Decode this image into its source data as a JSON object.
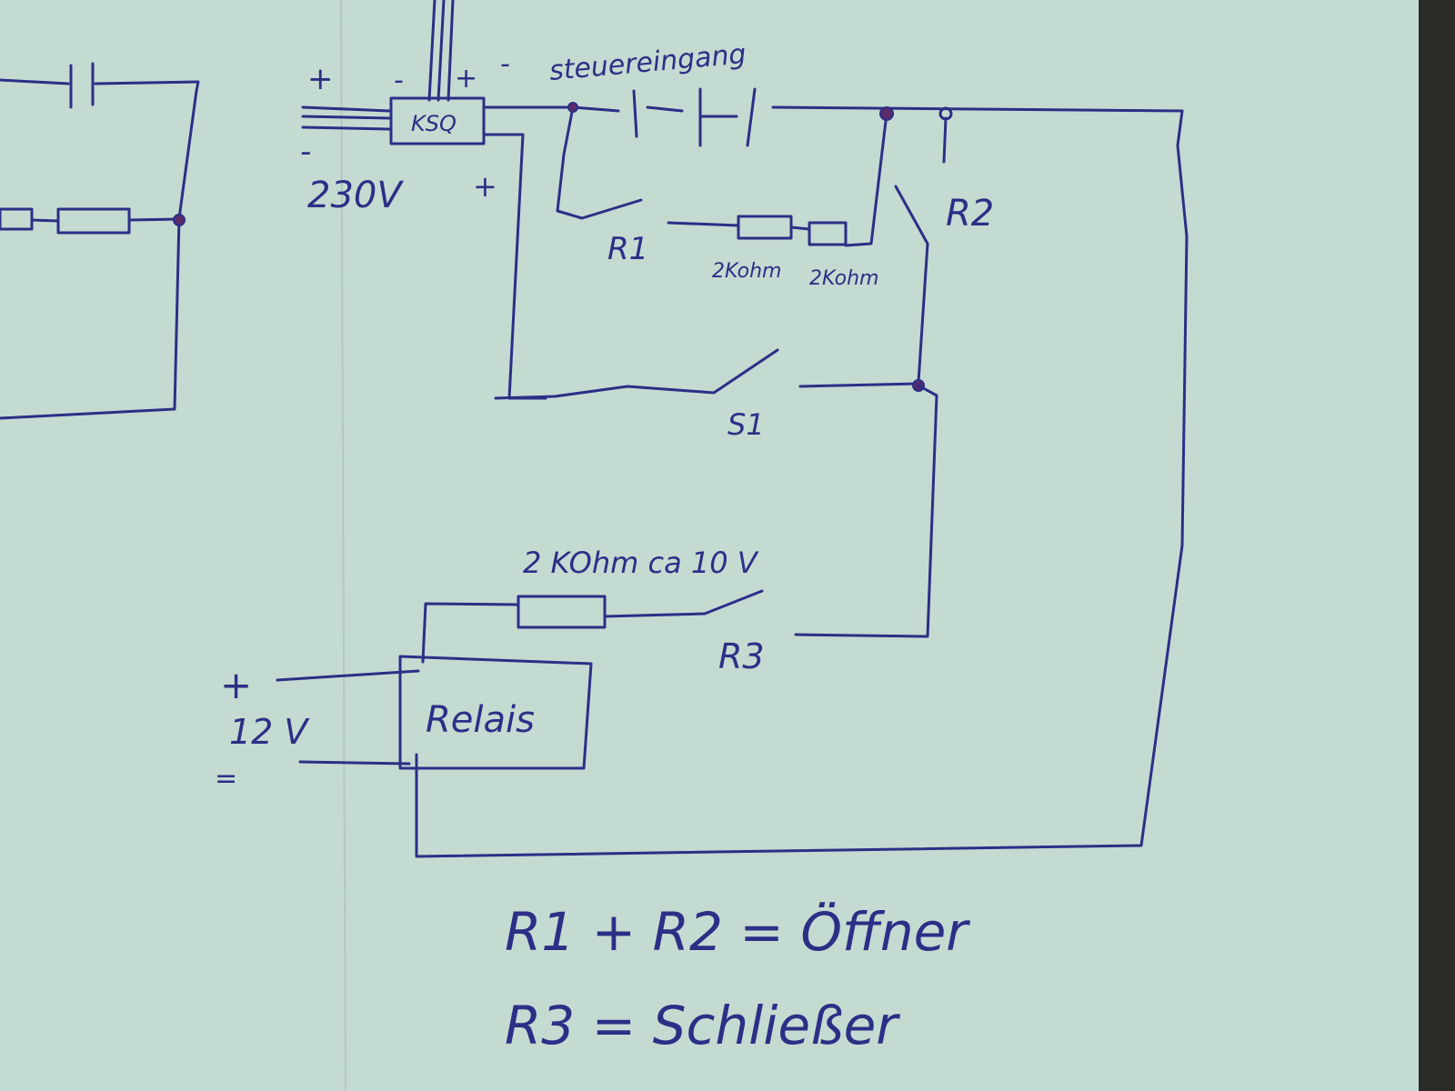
{
  "labels": {
    "plus_left": "+",
    "minus_left": "-",
    "minus_top": "-",
    "plus_top": "+",
    "minus_ctrl": "-",
    "steuereingang": "steuereingang",
    "ksq": "KSQ",
    "v230": "230V",
    "plus_ksq": "+",
    "r1": "R1",
    "r2": "R2",
    "res1": "2Kohm",
    "res2": "2Kohm",
    "s1": "S1",
    "res3": "2 KOhm ca 10 V",
    "r3": "R3",
    "relais": "Relais",
    "plus_12": "+",
    "v12": "12 V",
    "minus_12": "=",
    "eq1": "R1 + R2 = Öffner",
    "eq2": "R3 = Schließer"
  },
  "colors": {
    "paper": "#c4dbd2",
    "ink": "#2c2f86",
    "background": "#2b2b27"
  }
}
